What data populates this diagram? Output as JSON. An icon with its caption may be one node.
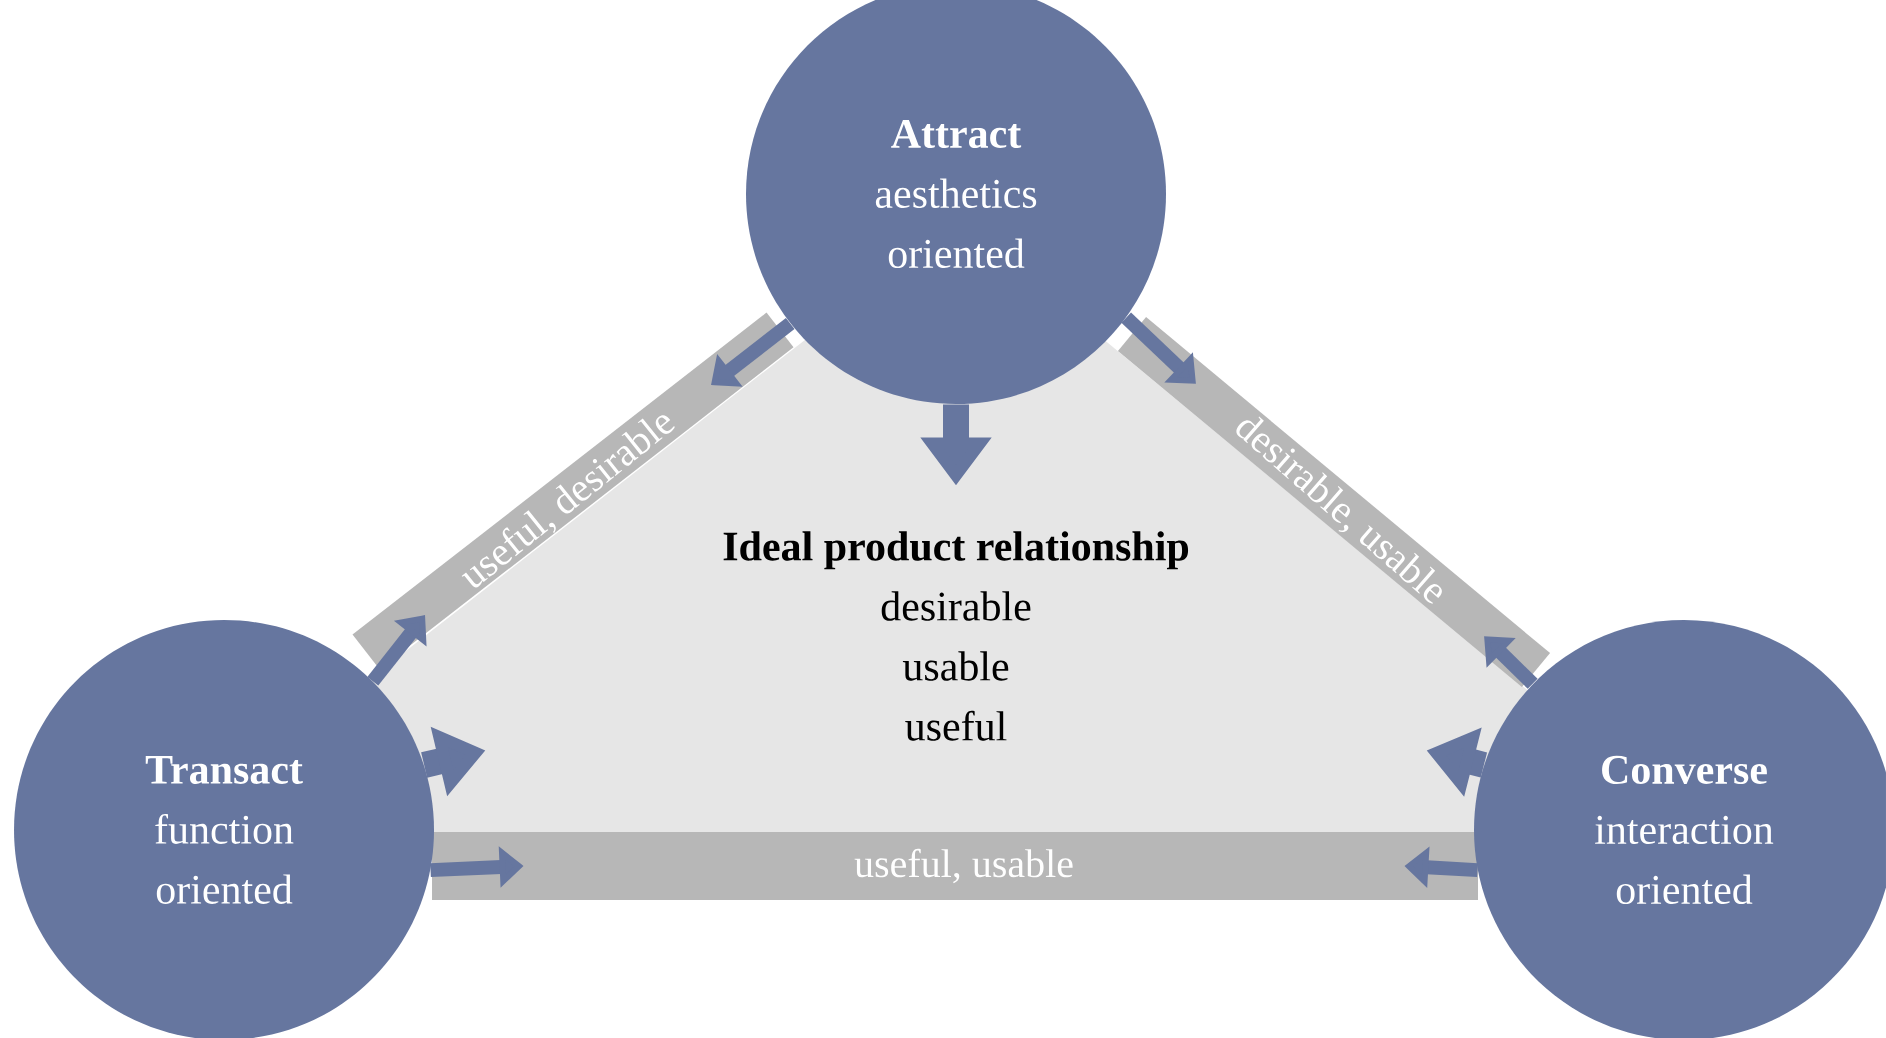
{
  "diagram": {
    "nodes": [
      {
        "text": [
          "Ideal product relationship",
          "desirable",
          "usable",
          "useful"
        ]
      },
      {
        "text": [
          "Attract",
          "aesthetics oriented"
        ]
      },
      {
        "text": [
          "Transact",
          "function oriented"
        ]
      },
      {
        "text": [
          "Converse",
          "interaction oriented"
        ]
      },
      {
        "text": [
          "useful, desirable"
        ]
      },
      {
        "text": [
          "desirable, usable"
        ]
      },
      {
        "text": [
          "useful, usable"
        ]
      }
    ],
    "edges": [
      {
        "from": 1,
        "to": 0,
        "arrow": "to",
        "style": "thick"
      },
      {
        "from": 2,
        "to": 0,
        "arrow": "to",
        "style": "thick"
      },
      {
        "from": 3,
        "to": 0,
        "arrow": "to",
        "style": "thick"
      },
      {
        "from": 1,
        "to": 4,
        "arrow": "to"
      },
      {
        "from": 2,
        "to": 4,
        "arrow": "to"
      },
      {
        "from": 1,
        "to": 5,
        "arrow": "to"
      },
      {
        "from": 3,
        "to": 5,
        "arrow": "to"
      },
      {
        "from": 2,
        "to": 6,
        "arrow": "to"
      },
      {
        "from": 3,
        "to": 6,
        "arrow": "to"
      }
    ]
  }
}
